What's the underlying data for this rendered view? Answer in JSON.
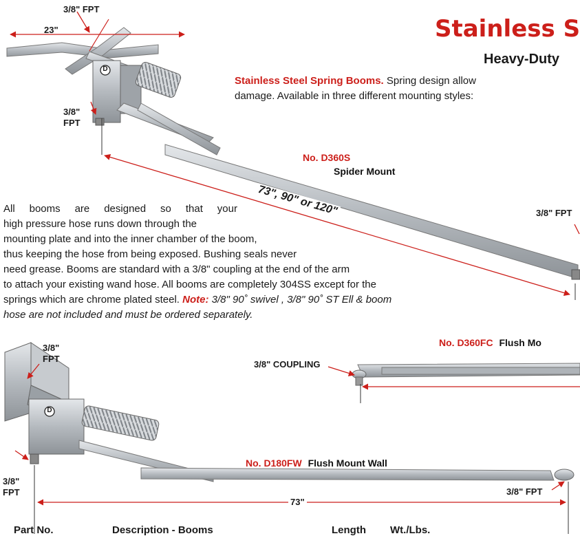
{
  "header": {
    "title": "Stainless S",
    "subtitle": "Heavy-Duty",
    "intro_bold": "Stainless Steel Spring Booms.",
    "intro_rest": " Spring design allow",
    "intro_line2": "damage. Available in three different mounting styles:"
  },
  "dims": {
    "spider_top_fpt": "3/8\" FPT",
    "spider_width": "23\"",
    "spider_left_fpt_1": "3/8\"",
    "spider_left_fpt_2": "FPT",
    "spider_lengths": "73\", 90\" or 120\"",
    "spider_right_fpt": "3/8\" FPT",
    "wall_top_fpt_1": "3/8\"",
    "wall_top_fpt_2": "FPT",
    "wall_left_fpt_1": "3/8\"",
    "wall_left_fpt_2": "FPT",
    "wall_length": "73\"",
    "wall_right_fpt": "3/8\" FPT",
    "coupling": "3/8\" COUPLING",
    "d_marker": "D"
  },
  "products": {
    "spider_no": "No. D360S",
    "spider_name": "Spider Mount",
    "ceiling_no": "No. D360FC",
    "ceiling_name": "Flush Mo",
    "wall_no": "No. D180FW",
    "wall_name": "Flush Mount Wall"
  },
  "body": {
    "p1_lines": [
      "All booms are designed so that your",
      "high pressure hose runs down through the",
      "mounting plate and into the inner chamber of the boom,",
      "thus keeping the hose from being exposed. Bushing seals never",
      "need grease. Booms are standard with a 3/8\" coupling at the end of the arm",
      "to attach your existing wand hose. All booms are completely 304SS except for the"
    ],
    "p1_line7": "springs which are chrome plated steel.",
    "note_label": "Note:",
    "note_text_1": "3/8\" 90˚ swivel , 3/8\" 90˚ ST Ell & boom",
    "note_text_2": "hose are not included and must be ordered separately."
  },
  "table": {
    "headers": [
      "Part No.",
      "Description - Booms",
      "Length",
      "Wt./Lbs."
    ]
  },
  "colors": {
    "accent": "#cc1f1a",
    "steel": "#b8bcc0"
  }
}
